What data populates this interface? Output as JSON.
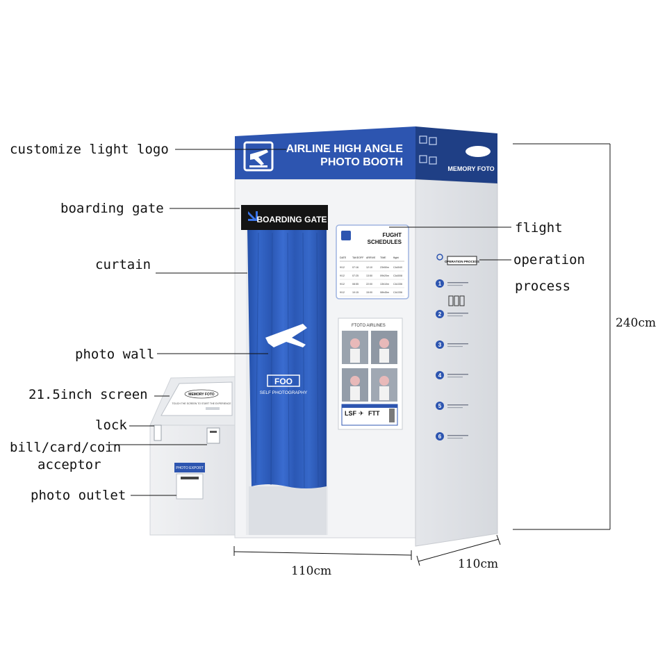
{
  "labels": {
    "customize_light_logo": "customize light logo",
    "boarding_gate": "boarding gate",
    "curtain": "curtain",
    "photo_wall": "photo wall",
    "screen": "21.5inch screen",
    "lock": "lock",
    "acceptor_line1": "bill/card/coin",
    "acceptor_line2": "acceptor",
    "photo_outlet": "photo outlet",
    "flight": "flight",
    "operation_line1": "operation",
    "operation_line2": "process"
  },
  "dimensions": {
    "height": "240cm",
    "width": "110cm",
    "depth": "110cm"
  },
  "booth": {
    "header_line1": "AIRLINE HIGH ANGLE",
    "header_line2": "PHOTO BOOTH",
    "brand": "MEMORY FOTO",
    "boarding_sign": "BOARDING GATE",
    "curtain_logo": "FOO",
    "curtain_sub": "SELF PHOTOGRAPHY",
    "schedule_title_1": "FUGHT",
    "schedule_title_2": "SCHEDULES",
    "schedule_cols": [
      "DATE",
      "TAKEOFF",
      "ARRIVE",
      "TIME",
      "flight"
    ],
    "schedule_rows": [
      [
        "9/12",
        "07:16",
        "12:10",
        "23h50m",
        "CA4040"
      ],
      [
        "9/12",
        "07:25",
        "13:50",
        "09h20m",
        "CA4008"
      ],
      [
        "9/12",
        "08:55",
        "22:00",
        "13h10m",
        "CA1336"
      ],
      [
        "9/12",
        "10:15",
        "15:00",
        "08h45m",
        "CA1336"
      ]
    ],
    "photo_wall_title": "FTOTO AIRLINES",
    "ticket_from": "LSF",
    "ticket_to": "FTT",
    "operation_title": "OPERATION PROCESS",
    "steps": [
      "1",
      "2",
      "3",
      "4",
      "5",
      "6"
    ],
    "kiosk_title": "MEMORY FOTO",
    "kiosk_sub": "TOUCH THE SCREEN TO START THE EXPERIENCE",
    "outlet_label": "PHOTO EXPORT"
  },
  "colors": {
    "brand_blue": "#2d55b0",
    "curtain_blue": "#2f5fc0",
    "navy": "#1f3f85",
    "body_white": "#f4f5f7",
    "side_gray": "#e6e8ec"
  }
}
